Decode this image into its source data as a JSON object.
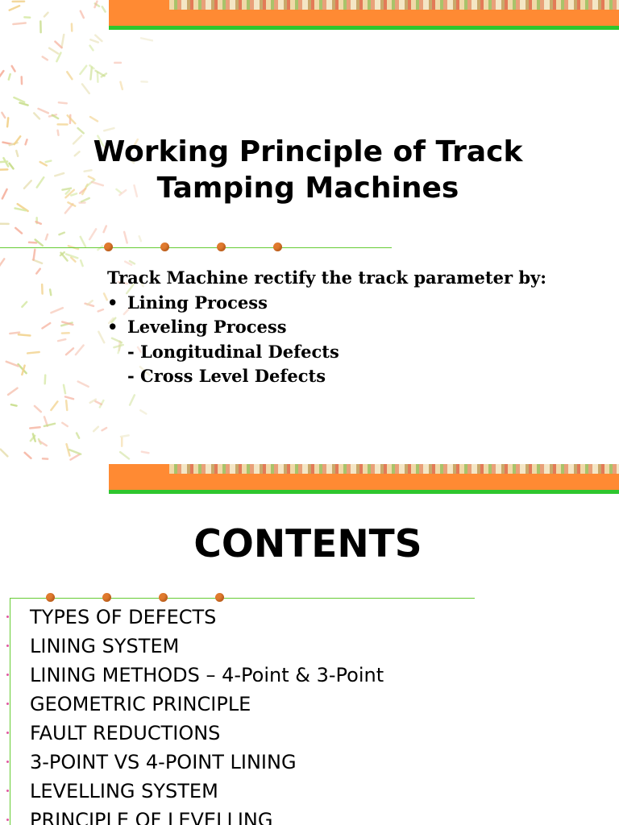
{
  "slide1": {
    "title_line1": "Working Principle of Track",
    "title_line2": "Tamping Machines",
    "lead": "Track Machine rectify the track parameter by:",
    "bullets": [
      "Lining Process",
      "Leveling Process"
    ],
    "subitems": [
      "- Longitudinal Defects",
      "- Cross Level Defects"
    ]
  },
  "slide2": {
    "title": "CONTENTS",
    "items": [
      "TYPES OF DEFECTS",
      "LINING SYSTEM",
      "LINING METHODS – 4-Point & 3-Point",
      "GEOMETRIC PRINCIPLE",
      "FAULT REDUCTIONS",
      "3-POINT VS 4-POINT LINING",
      "LEVELLING SYSTEM",
      "PRINCIPLE OF LEVELLING"
    ]
  },
  "colors": {
    "banner_orange": "#ff8a33",
    "banner_green": "#2ec62e",
    "rule_green": "#66cc33",
    "dot_orange": "#e07a2e",
    "bullet_pink": "#e05aa0"
  }
}
